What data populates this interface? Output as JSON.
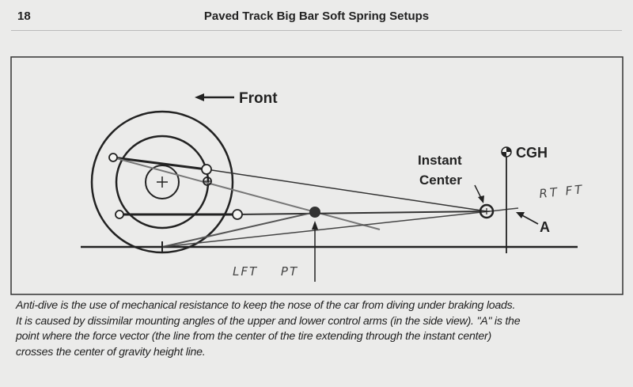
{
  "header": {
    "page_number": "18",
    "title": "Paved Track Big Bar Soft Spring Setups"
  },
  "diagram": {
    "front_label": "Front",
    "instant_center_label_line1": "Instant",
    "instant_center_label_line2": "Center",
    "cgh_label": "CGH",
    "point_a_label": "A",
    "handwritten_rt_ft": "RT FT",
    "handwritten_lft_pt": "LFT PT"
  },
  "caption": [
    "Anti-dive is the use of mechanical resistance to keep the nose of the car from diving under braking loads.",
    "It is caused by dissimilar mounting angles of the upper and lower control arms (in the side view). \"A\" is the",
    "point where the force vector (the line from the center of the tire extending through the instant center)",
    "crosses the center of gravity height line."
  ]
}
